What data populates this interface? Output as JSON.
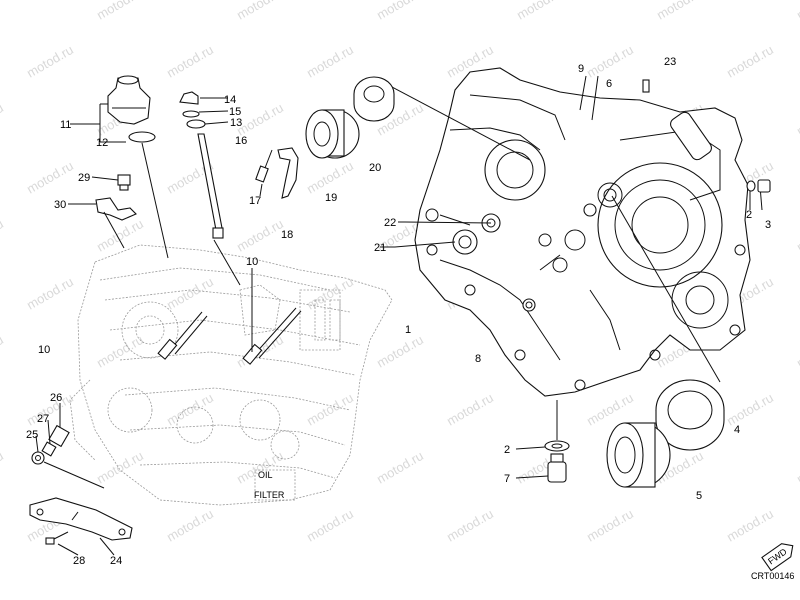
{
  "watermark": {
    "text": "motod.ru"
  },
  "diagram_code": "CRT00146",
  "fwd_badge": "FWD",
  "engine_labels": {
    "oil": "OIL",
    "filter": "FILTER"
  },
  "callouts": [
    {
      "id": "c1",
      "text": "1"
    },
    {
      "id": "c2a",
      "text": "2"
    },
    {
      "id": "c2b",
      "text": "2"
    },
    {
      "id": "c3",
      "text": "3"
    },
    {
      "id": "c4",
      "text": "4"
    },
    {
      "id": "c5",
      "text": "5"
    },
    {
      "id": "c6",
      "text": "6"
    },
    {
      "id": "c7",
      "text": "7"
    },
    {
      "id": "c8",
      "text": "8"
    },
    {
      "id": "c9",
      "text": "9"
    },
    {
      "id": "c10a",
      "text": "10"
    },
    {
      "id": "c10b",
      "text": "10"
    },
    {
      "id": "c11",
      "text": "11"
    },
    {
      "id": "c12",
      "text": "12"
    },
    {
      "id": "c13",
      "text": "13"
    },
    {
      "id": "c14",
      "text": "14"
    },
    {
      "id": "c15",
      "text": "15"
    },
    {
      "id": "c16",
      "text": "16"
    },
    {
      "id": "c17",
      "text": "17"
    },
    {
      "id": "c18",
      "text": "18"
    },
    {
      "id": "c19",
      "text": "19"
    },
    {
      "id": "c20",
      "text": "20"
    },
    {
      "id": "c21",
      "text": "21"
    },
    {
      "id": "c22",
      "text": "22"
    },
    {
      "id": "c23",
      "text": "23"
    },
    {
      "id": "c24",
      "text": "24"
    },
    {
      "id": "c25",
      "text": "25"
    },
    {
      "id": "c26",
      "text": "26"
    },
    {
      "id": "c27",
      "text": "27"
    },
    {
      "id": "c28",
      "text": "28"
    },
    {
      "id": "c29",
      "text": "29"
    },
    {
      "id": "c30",
      "text": "30"
    }
  ]
}
